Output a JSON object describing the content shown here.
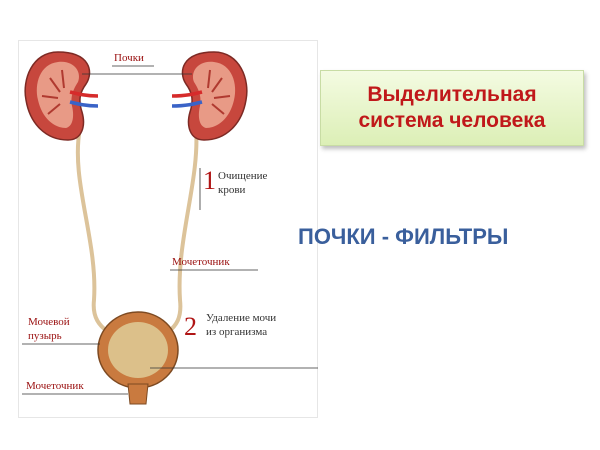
{
  "slide": {
    "title_line1": "Выделительная",
    "title_line2": "система человека",
    "subtitle": "ПОЧКИ - ФИЛЬТРЫ"
  },
  "diagram": {
    "labels": {
      "kidneys": "Почки",
      "step1_number": "1",
      "step1_line1": "Очищение",
      "step1_line2": "крови",
      "ureter_right": "Мочеточник",
      "step2_number": "2",
      "step2_line1": "Удаление мочи",
      "step2_line2": "из организма",
      "bladder_line1": "Мочевой",
      "bladder_line2": "пузырь",
      "urethra": "Мочеточник"
    }
  },
  "colors": {
    "kidney": "#c7473d",
    "kidney_inner": "#e89a86",
    "artery": "#d62b2b",
    "vein": "#3a63c7",
    "ureter": "#dcc39a",
    "bladder": "#c97a3f",
    "bladder_inner": "#dcc08a",
    "label_red": "#9a1010"
  }
}
